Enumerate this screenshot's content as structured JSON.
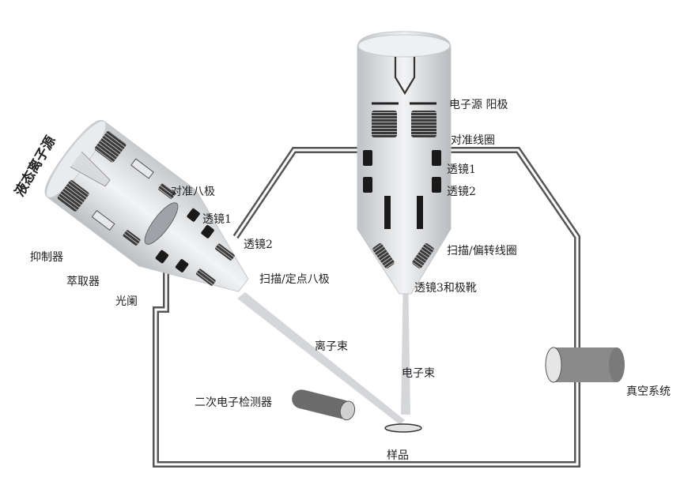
{
  "labels": {
    "liquid_ion_source": "液态离子源",
    "electron_source_anode": "电子源 阳极",
    "alignment_coil": "对准线圈",
    "lens1_electron": "透镜1",
    "lens2_electron": "透镜2",
    "scan_deflection_coil": "扫描/偏转线圈",
    "lens3_pole_shoe": "透镜3和极靴",
    "alignment_octupole": "对准八极",
    "lens1_ion": "透镜1",
    "lens2_ion": "透镜2",
    "scan_point_octupole": "扫描/定点八极",
    "suppressor": "抑制器",
    "extractor": "萃取器",
    "aperture": "光阑",
    "ion_beam": "离子束",
    "electron_beam": "电子束",
    "secondary_electron_detector": "二次电子检测器",
    "sample": "样品",
    "vacuum_system": "真空系统"
  },
  "colors": {
    "chamber_wall": "#555555",
    "column_body": "#d7d9dc",
    "coil": "#3a3a3a",
    "lens_block": "#1a1a1a",
    "detector": "#6b6b6b",
    "vacuum_pump": "#8a8a8a"
  }
}
